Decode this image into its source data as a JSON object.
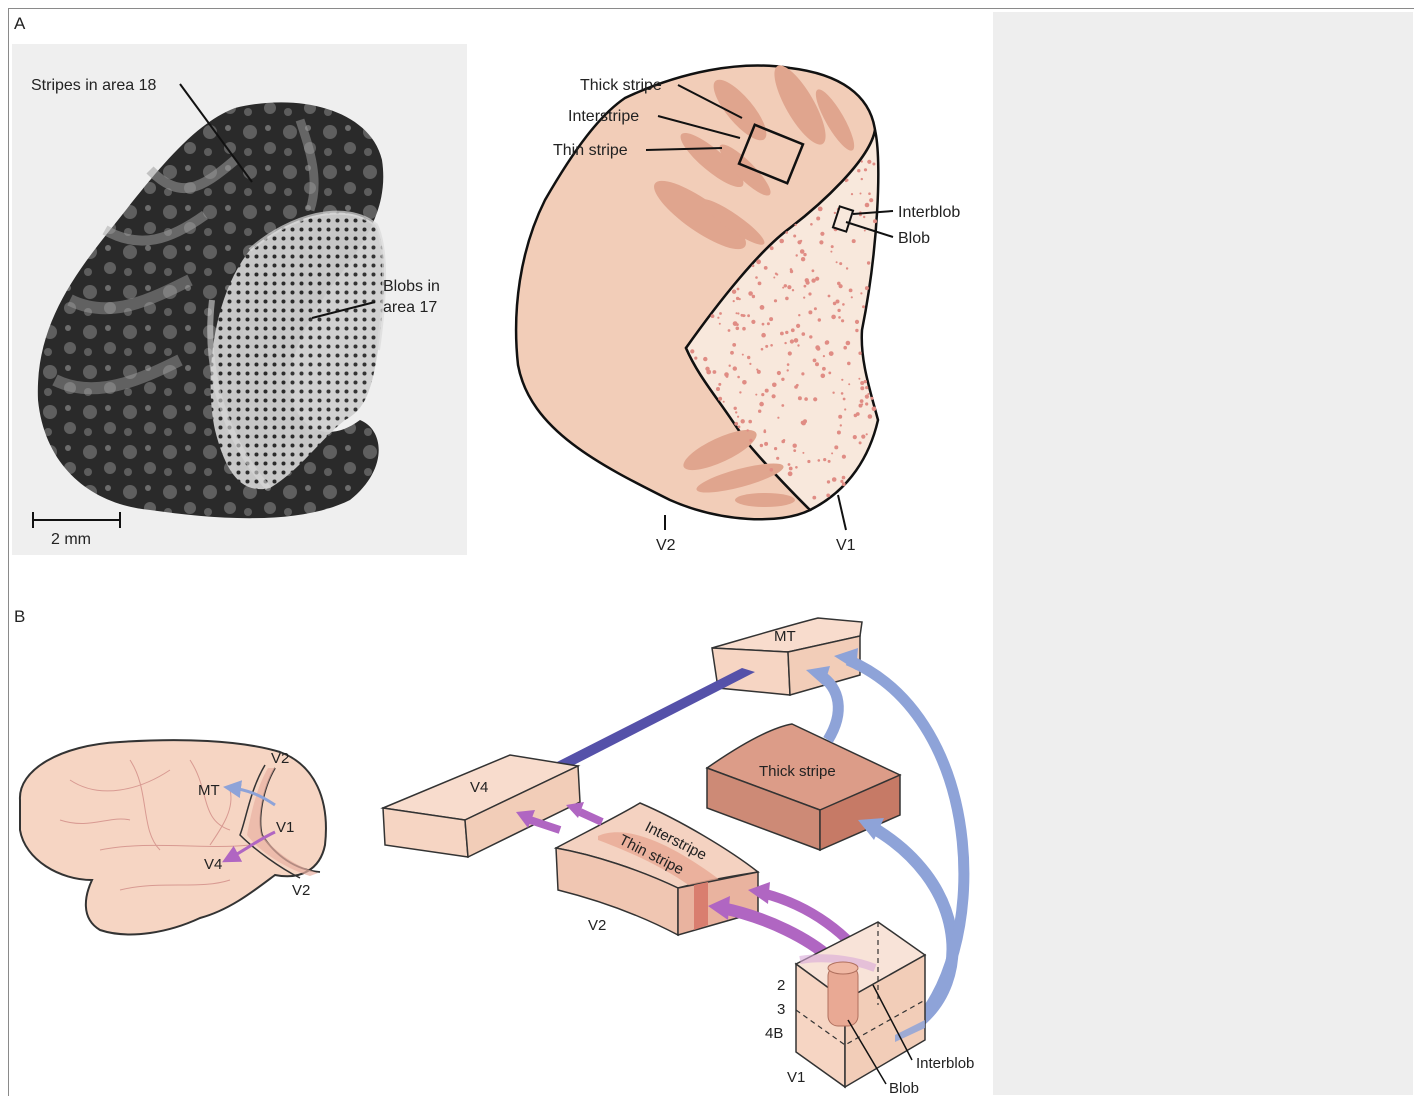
{
  "panel_a": {
    "letter": "A",
    "photo": {
      "stripes_label": "Stripes in area 18",
      "blobs_label_line1": "Blobs in",
      "blobs_label_line2": "area 17",
      "scale_label": "2 mm"
    },
    "diagram": {
      "thick_stripe": "Thick stripe",
      "interstripe": "Interstripe",
      "thin_stripe": "Thin stripe",
      "interblob": "Interblob",
      "blob": "Blob",
      "v2": "V2",
      "v1": "V1"
    }
  },
  "panel_b": {
    "letter": "B",
    "brain": {
      "v2_top": "V2",
      "mt": "MT",
      "v1": "V1",
      "v4": "V4",
      "v2_bottom": "V2"
    },
    "boxes": {
      "mt": "MT",
      "v4": "V4",
      "thick_stripe": "Thick stripe",
      "interstripe": "Interstripe",
      "thin_stripe": "Thin stripe",
      "v2": "V2"
    },
    "v1_block": {
      "layer_2": "2",
      "layer_3": "3",
      "layer_4b": "4B",
      "v1": "V1",
      "interblob": "Interblob",
      "blob": "Blob"
    }
  },
  "colors": {
    "cortex_fill": "#f2cdb8",
    "stripe_fill": "#e0a58e",
    "v1_fill": "#f8e8dc",
    "blob_dot": "#e08c84",
    "thick_box": "#dc9c88",
    "magnocellular_arrow": "#8ea3d8",
    "mt_v4_band": "#5551a9",
    "parvocellular_arrow": "#b066c2",
    "right_panel_bg": "#eeeeee"
  }
}
